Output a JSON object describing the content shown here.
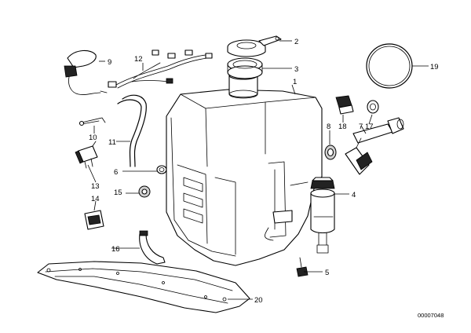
{
  "callouts": {
    "c1": "1",
    "c2": "2",
    "c3": "3",
    "c4": "4",
    "c5": "5",
    "c6": "6",
    "c7": "7",
    "c8": "8",
    "c9": "9",
    "c10": "10",
    "c11": "11",
    "c12": "12",
    "c13": "13",
    "c14": "14",
    "c15": "15",
    "c16": "16",
    "c17": "17",
    "c18": "18",
    "c19": "19",
    "c20": "20"
  },
  "document_number": "00007048"
}
